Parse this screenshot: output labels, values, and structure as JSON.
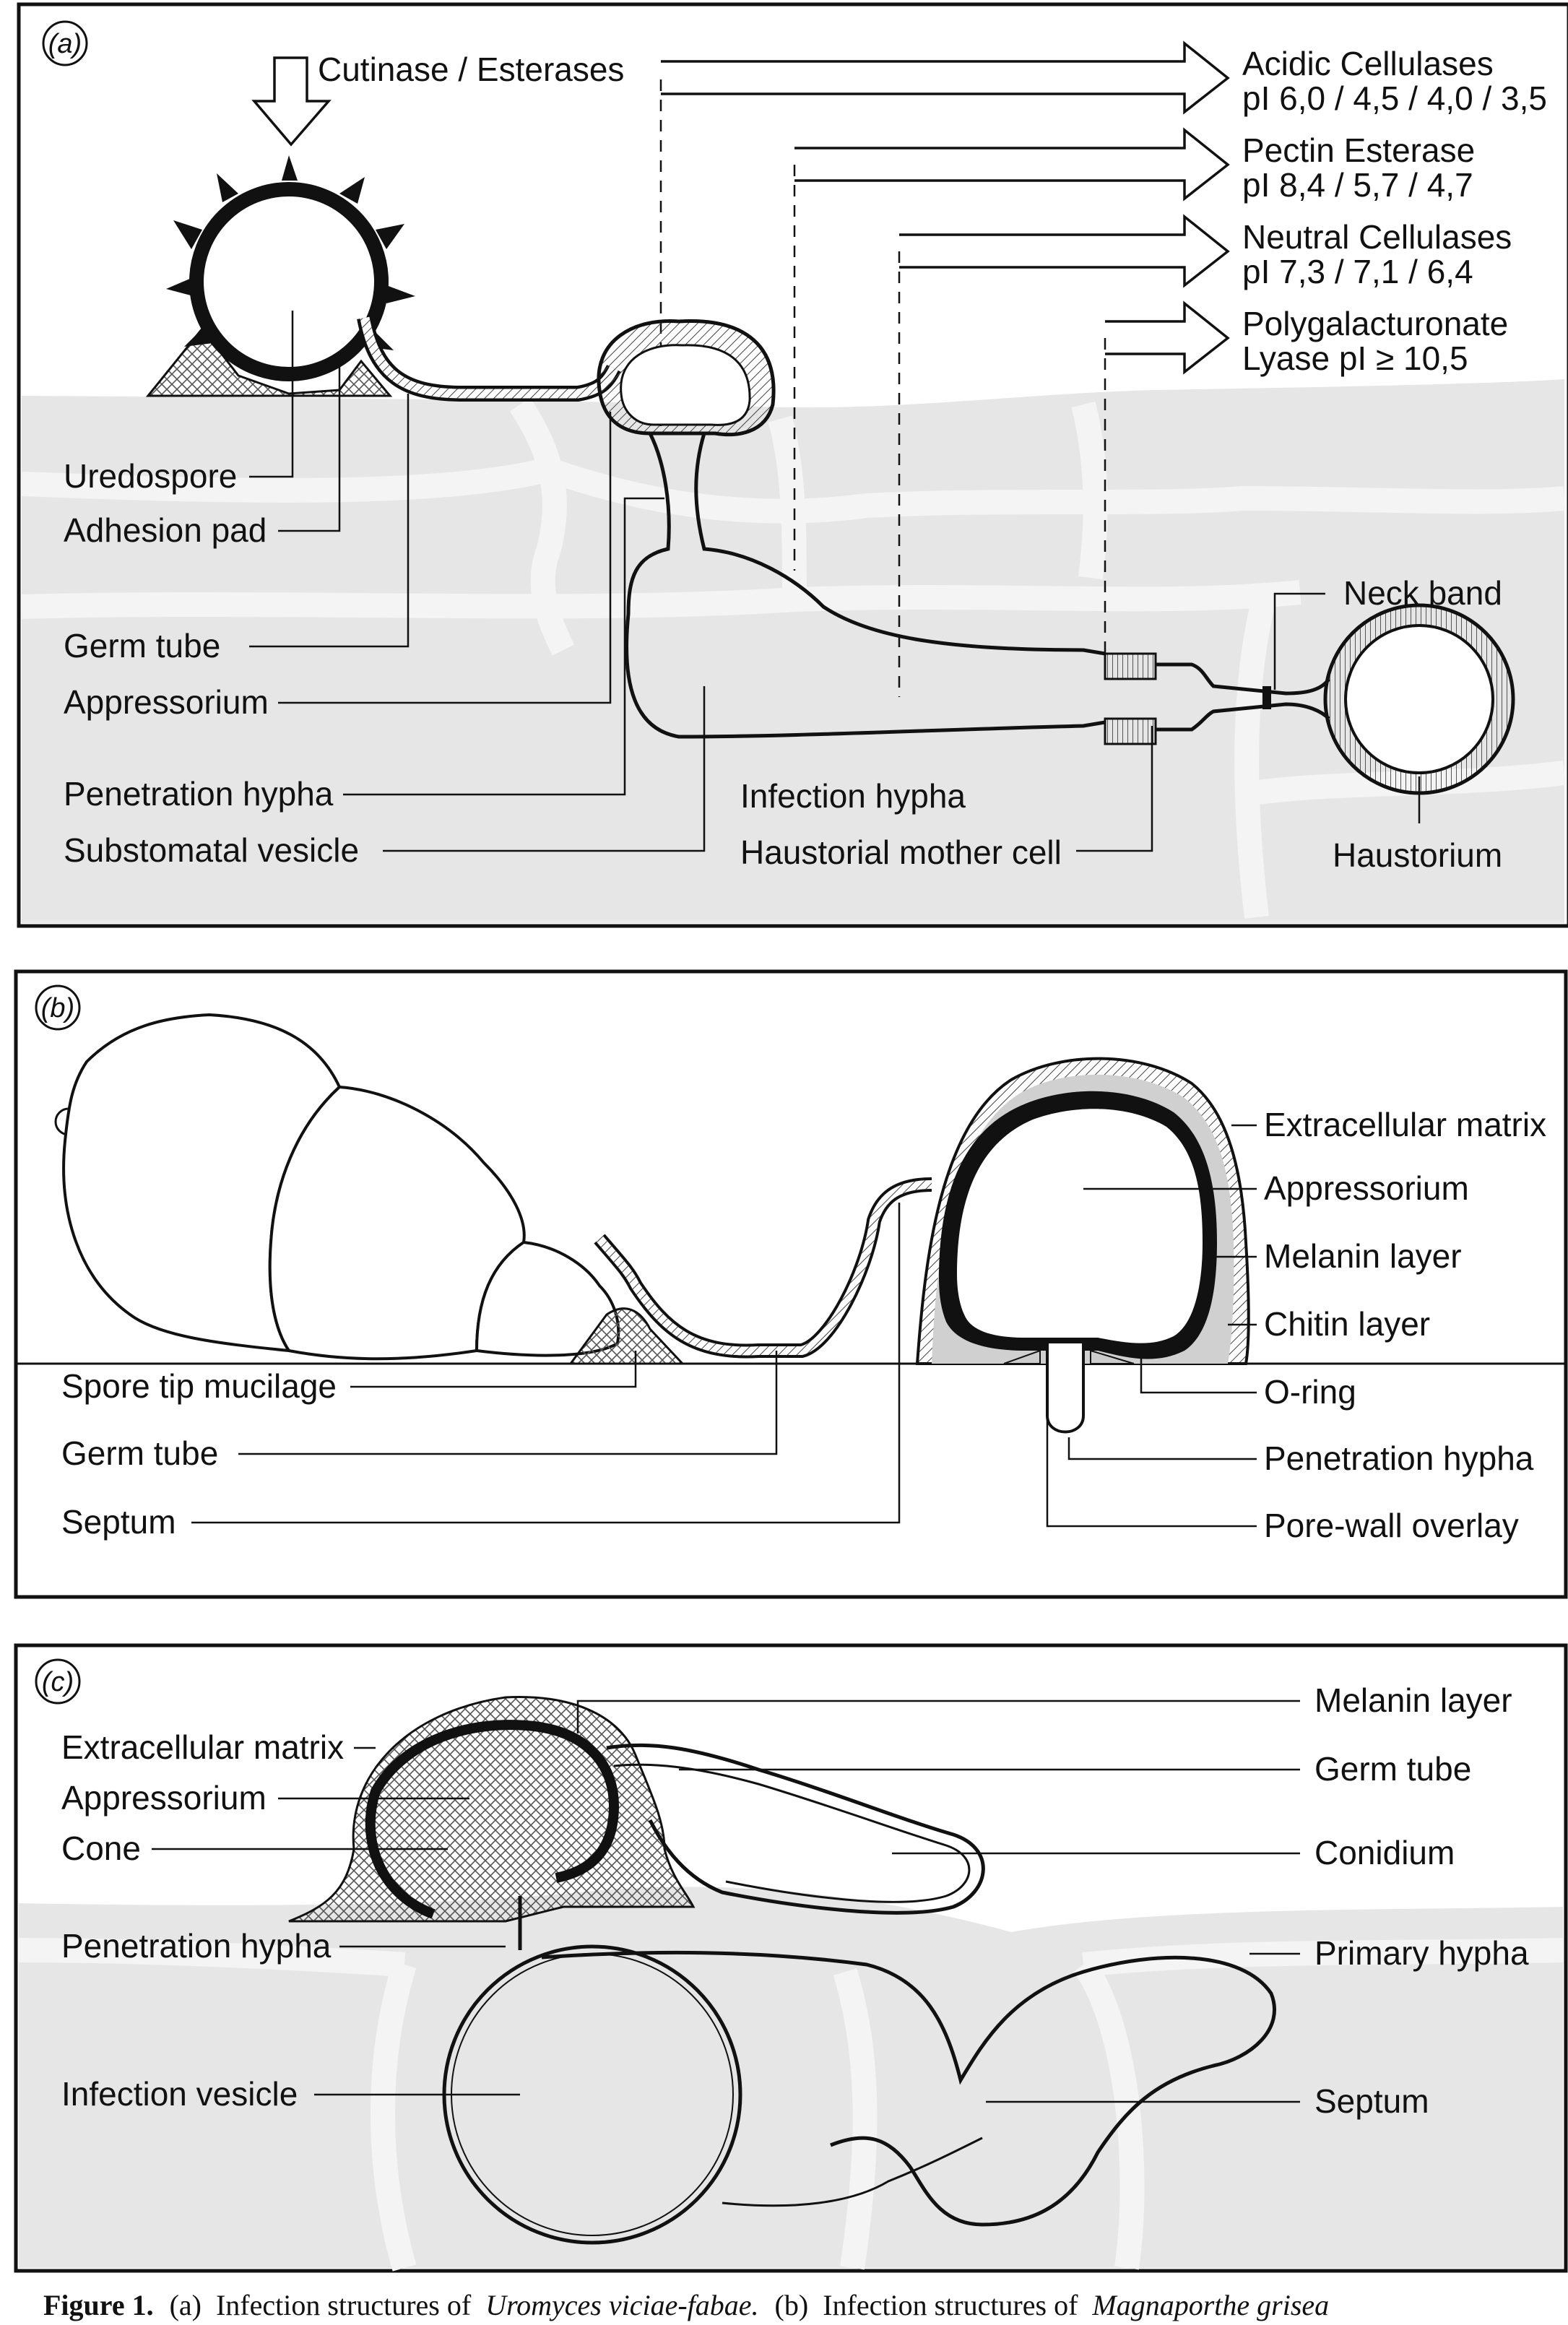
{
  "panels": {
    "a": {
      "tag": "(a)",
      "labels": {
        "cutinase": "Cutinase / Esterases",
        "acidic_title": "Acidic Cellulases",
        "acidic_pi": "pI  6,0 / 4,5 / 4,0 / 3,5",
        "pectin_title": "Pectin Esterase",
        "pectin_pi": "pI  8,4 / 5,7 / 4,7",
        "neutral_title": "Neutral Cellulases",
        "neutral_pi": "pI  7,3 / 7,1 / 6,4",
        "pgl_title": "Polygalacturonate",
        "pgl_pi": "Lyase   pI  ≥ 10,5",
        "uredospore": "Uredospore",
        "adhesion_pad": "Adhesion pad",
        "germ_tube": "Germ tube",
        "appressorium": "Appressorium",
        "penetration_hypha": "Penetration hypha",
        "substomatal_vesicle": "Substomatal vesicle",
        "infection_hypha": "Infection hypha",
        "haustorial_mother_cell": "Haustorial mother cell",
        "neck_band": "Neck band",
        "haustorium": "Haustorium"
      }
    },
    "b": {
      "tag": "(b)",
      "labels": {
        "extracellular_matrix": "Extracellular matrix",
        "appressorium": "Appressorium",
        "melanin_layer": "Melanin layer",
        "chitin_layer": "Chitin layer",
        "o_ring": "O-ring",
        "penetration_hypha": "Penetration hypha",
        "pore_wall_overlay": "Pore-wall overlay",
        "spore_tip_mucilage": "Spore tip mucilage",
        "germ_tube": "Germ tube",
        "septum": "Septum"
      }
    },
    "c": {
      "tag": "(c)",
      "labels": {
        "melanin_layer": "Melanin layer",
        "extracellular_matrix": "Extracellular matrix",
        "germ_tube": "Germ tube",
        "appressorium": "Appressorium",
        "cone": "Cone",
        "conidium": "Conidium",
        "penetration_hypha": "Penetration hypha",
        "primary_hypha": "Primary hypha",
        "infection_vesicle": "Infection vesicle",
        "septum": "Septum"
      }
    }
  },
  "caption": {
    "figure": "Figure 1.",
    "a_tag": "(a)",
    "a_text": "Infection structures of",
    "a_species": "Uromyces viciae-fabae.",
    "b_tag": "(b)",
    "b_text": "Infection structures of",
    "b_species": "Magnaporthe grisea"
  },
  "colors": {
    "ink": "#111111",
    "host_tissue": "#e6e6e6",
    "host_cell_wall": "#f4f4f4",
    "hatch": "#555555"
  }
}
